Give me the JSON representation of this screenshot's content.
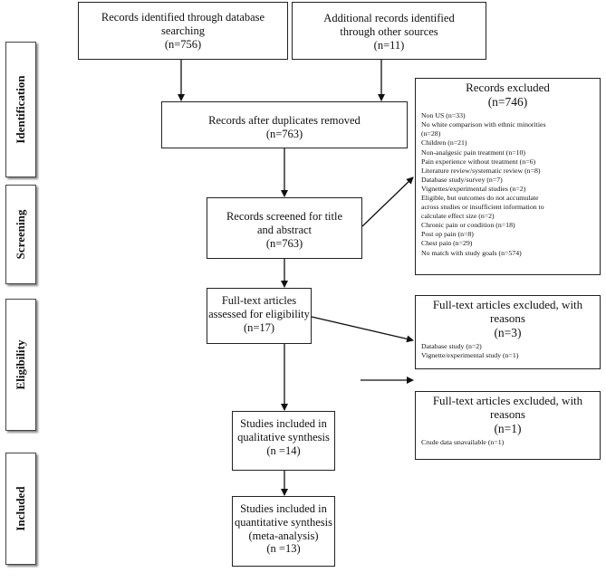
{
  "stages": [
    {
      "id": "identification",
      "label": "Identification"
    },
    {
      "id": "screening",
      "label": "Screening"
    },
    {
      "id": "eligibility",
      "label": "Eligibility"
    },
    {
      "id": "included",
      "label": "Included"
    }
  ],
  "boxes": {
    "database": {
      "lines": [
        "Records identified through database",
        "searching",
        "(n=756)"
      ]
    },
    "other": {
      "lines": [
        "Additional records identified",
        "through other sources",
        "(n=11)"
      ]
    },
    "duplicates": {
      "lines": [
        "Records after duplicates removed",
        "(n=763)"
      ]
    },
    "screened": {
      "lines": [
        "Records screened for title",
        "and abstract",
        "(n=763)"
      ]
    },
    "fulltext": {
      "lines": [
        "Full-text articles",
        "assessed for eligibility",
        "(n=17)"
      ]
    },
    "qualitative": {
      "lines": [
        "Studies included in",
        "qualitative synthesis",
        "(n =14)"
      ]
    },
    "quantitative": {
      "lines": [
        "Studies included in",
        "quantitative synthesis",
        "(meta-analysis)",
        "(n =13)"
      ]
    }
  },
  "excluded": {
    "records": {
      "title": "Records excluded",
      "count": "(n=746)",
      "items": [
        "Non US (n=33)",
        "No white comparison with ethnic minorities",
        "(n=28)",
        "Children (n=21)",
        "Non-analgesic pain treatment (n=10)",
        "Pain experience without treatment (n=6)",
        "Literature review/systematic review (n=8)",
        "Database study/survey (n=7)",
        "Vignettes/experimental studies (n=2)",
        "Eligible, but outcomes do not accumulate",
        "across studies or insufficient information to",
        "calculate effect size (n=2)",
        "Chronic pain or condition (n=18)",
        "Post op pain (n=8)",
        "Chest pain (n=29)",
        "No match with study goals (n=574)"
      ]
    },
    "fulltext": {
      "title_lines": [
        "Full-text articles excluded, with",
        "reasons"
      ],
      "count": "(n=3)",
      "items": [
        "Database study (n=2)",
        "Vignette/experimental study (n=1)"
      ]
    },
    "qualitative": {
      "title_lines": [
        "Full-text articles excluded, with",
        "reasons"
      ],
      "count": "(n=1)",
      "items": [
        "Crude data unavailable (n=1)"
      ]
    }
  }
}
